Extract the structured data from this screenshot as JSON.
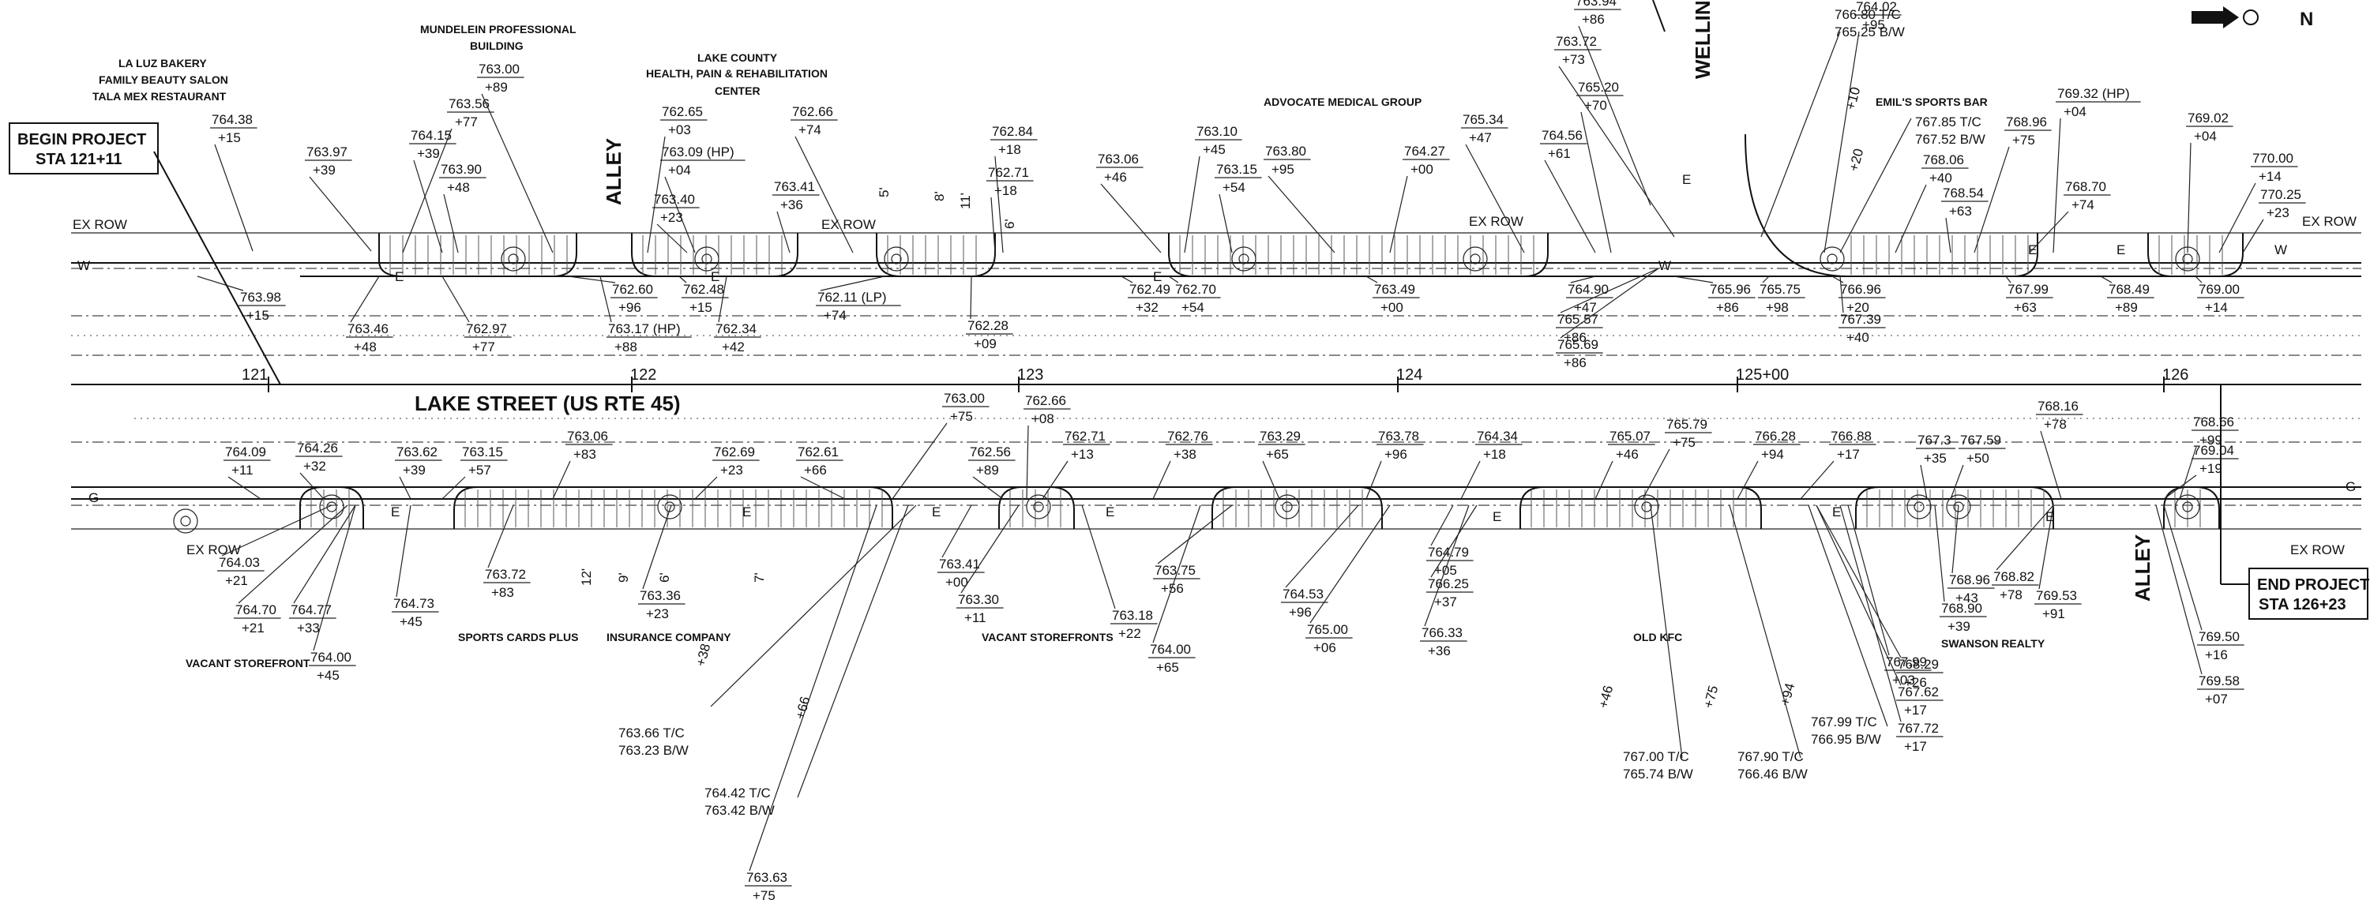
{
  "street": {
    "name": "LAKE STREET (US RTE 45)",
    "cross_street": "WELLINGTON AVE"
  },
  "project": {
    "begin_line1": "BEGIN PROJECT",
    "begin_line2": "STA 121+11",
    "end_line1": "END PROJECT",
    "end_line2": "STA 126+23"
  },
  "stations": [
    "121",
    "122",
    "123",
    "124",
    "125+00",
    "126"
  ],
  "alley_labels": [
    "ALLEY",
    "ALLEY"
  ],
  "row_labels": [
    "EX ROW",
    "EX ROW",
    "EX ROW",
    "EX ROW",
    "EX ROW",
    "EX ROW"
  ],
  "buildings_north": [
    "LA LUZ BAKERY",
    "FAMILY BEAUTY SALON",
    "TALA MEX RESTAURANT",
    "MUNDELEIN PROFESSIONAL",
    "BUILDING",
    "LAKE COUNTY",
    "HEALTH, PAIN & REHABILITATION",
    "CENTER",
    "ADVOCATE MEDICAL GROUP",
    "EMIL'S SPORTS BAR"
  ],
  "buildings_south": [
    "VACANT STOREFRONT",
    "SPORTS CARDS PLUS",
    "INSURANCE COMPANY",
    "VACANT STOREFRONTS",
    "OLD KFC",
    "SWANSON REALTY"
  ],
  "callouts_north_top": [
    {
      "elev": "764.38",
      "sta": "+15"
    },
    {
      "elev": "763.97",
      "sta": "+39"
    },
    {
      "elev": "763.56",
      "sta": "+77"
    },
    {
      "elev": "763.00",
      "sta": "+89"
    },
    {
      "elev": "764.15",
      "sta": "+39"
    },
    {
      "elev": "763.90",
      "sta": "+48"
    },
    {
      "elev": "762.65",
      "sta": "+03"
    },
    {
      "elev": "763.09 (HP)",
      "sta": "+04"
    },
    {
      "elev": "763.40",
      "sta": "+23"
    },
    {
      "elev": "762.66",
      "sta": "+74"
    },
    {
      "elev": "763.41",
      "sta": "+36"
    },
    {
      "elev": "762.84",
      "sta": "+18"
    },
    {
      "elev": "762.71",
      "sta": "+18"
    },
    {
      "elev": "763.06",
      "sta": "+46"
    },
    {
      "elev": "763.10",
      "sta": "+45"
    },
    {
      "elev": "763.15",
      "sta": "+54"
    },
    {
      "elev": "763.80",
      "sta": "+95"
    },
    {
      "elev": "764.27",
      "sta": "+00"
    },
    {
      "elev": "765.34",
      "sta": "+47"
    },
    {
      "elev": "765.20",
      "sta": "+70"
    },
    {
      "elev": "764.56",
      "sta": "+61"
    },
    {
      "elev": "763.72",
      "sta": "+73"
    },
    {
      "elev": "763.94",
      "sta": "+86"
    },
    {
      "elev": "764.02",
      "sta": "+95"
    },
    {
      "elev": "768.06",
      "sta": "+40"
    },
    {
      "elev": "768.54",
      "sta": "+63"
    },
    {
      "elev": "768.96",
      "sta": "+75"
    },
    {
      "elev": "769.32 (HP)",
      "sta": "+04"
    },
    {
      "elev": "768.70",
      "sta": "+74"
    },
    {
      "elev": "769.02",
      "sta": "+04"
    },
    {
      "elev": "770.00",
      "sta": "+14"
    },
    {
      "elev": "770.25",
      "sta": "+23"
    }
  ],
  "callouts_north_pairs": [
    {
      "top": "766.80 T/C",
      "bot": "765.25 B/W"
    },
    {
      "top": "767.85 T/C",
      "bot": "767.52 B/W"
    }
  ],
  "callouts_north_bottom": [
    {
      "elev": "763.98",
      "sta": "+15"
    },
    {
      "elev": "763.46",
      "sta": "+48"
    },
    {
      "elev": "762.97",
      "sta": "+77"
    },
    {
      "elev": "762.60",
      "sta": "+96"
    },
    {
      "elev": "763.17 (HP)",
      "sta": "+88"
    },
    {
      "elev": "762.48",
      "sta": "+15"
    },
    {
      "elev": "762.34",
      "sta": "+42"
    },
    {
      "elev": "762.11 (LP)",
      "sta": "+74"
    },
    {
      "elev": "762.28",
      "sta": "+09"
    },
    {
      "elev": "762.49",
      "sta": "+32"
    },
    {
      "elev": "762.70",
      "sta": "+54"
    },
    {
      "elev": "763.49",
      "sta": "+00"
    },
    {
      "elev": "764.90",
      "sta": "+47"
    },
    {
      "elev": "765.57",
      "sta": "+86"
    },
    {
      "elev": "765.69",
      "sta": "+86"
    },
    {
      "elev": "765.96",
      "sta": "+86"
    },
    {
      "elev": "765.75",
      "sta": "+98"
    },
    {
      "elev": "766.96",
      "sta": "+20"
    },
    {
      "elev": "767.39",
      "sta": "+40"
    },
    {
      "elev": "767.99",
      "sta": "+63"
    },
    {
      "elev": "768.49",
      "sta": "+89"
    },
    {
      "elev": "769.00",
      "sta": "+14"
    }
  ],
  "callouts_south_top": [
    {
      "elev": "764.09",
      "sta": "+11"
    },
    {
      "elev": "764.26",
      "sta": "+32"
    },
    {
      "elev": "763.62",
      "sta": "+39"
    },
    {
      "elev": "763.15",
      "sta": "+57"
    },
    {
      "elev": "763.06",
      "sta": "+83"
    },
    {
      "elev": "762.69",
      "sta": "+23"
    },
    {
      "elev": "762.61",
      "sta": "+66"
    },
    {
      "elev": "763.00",
      "sta": "+75"
    },
    {
      "elev": "762.56",
      "sta": "+89"
    },
    {
      "elev": "762.66",
      "sta": "+08"
    },
    {
      "elev": "762.71",
      "sta": "+13"
    },
    {
      "elev": "762.76",
      "sta": "+38"
    },
    {
      "elev": "763.29",
      "sta": "+65"
    },
    {
      "elev": "763.78",
      "sta": "+96"
    },
    {
      "elev": "764.34",
      "sta": "+18"
    },
    {
      "elev": "765.07",
      "sta": "+46"
    },
    {
      "elev": "765.79",
      "sta": "+75"
    },
    {
      "elev": "766.28",
      "sta": "+94"
    },
    {
      "elev": "766.88",
      "sta": "+17"
    },
    {
      "elev": "767.3",
      "sta": "+35"
    },
    {
      "elev": "767.59",
      "sta": "+50"
    },
    {
      "elev": "768.16",
      "sta": "+78"
    },
    {
      "elev": "768.66",
      "sta": "+99"
    },
    {
      "elev": "769.04",
      "sta": "+19"
    }
  ],
  "callouts_south_bottom": [
    {
      "elev": "764.03",
      "sta": "+21"
    },
    {
      "elev": "764.70",
      "sta": "+21"
    },
    {
      "elev": "764.77",
      "sta": "+33"
    },
    {
      "elev": "764.00",
      "sta": "+45"
    },
    {
      "elev": "764.73",
      "sta": "+45"
    },
    {
      "elev": "763.72",
      "sta": "+83"
    },
    {
      "elev": "763.36",
      "sta": "+23"
    },
    {
      "elev": "763.41",
      "sta": "+00"
    },
    {
      "elev": "763.30",
      "sta": "+11"
    },
    {
      "elev": "763.18",
      "sta": "+22"
    },
    {
      "elev": "763.75",
      "sta": "+56"
    },
    {
      "elev": "764.00",
      "sta": "+65"
    },
    {
      "elev": "764.53",
      "sta": "+96"
    },
    {
      "elev": "765.00",
      "sta": "+06"
    },
    {
      "elev": "764.79",
      "sta": "+05"
    },
    {
      "elev": "766.25",
      "sta": "+37"
    },
    {
      "elev": "766.33",
      "sta": "+36"
    },
    {
      "elev": "767.99",
      "sta": "+03"
    },
    {
      "elev": "768.96",
      "sta": "+43"
    },
    {
      "elev": "768.90",
      "sta": "+39"
    },
    {
      "elev": "768.82",
      "sta": "+78"
    },
    {
      "elev": "769.53",
      "sta": "+91"
    },
    {
      "elev": "768.29",
      "sta": "+26"
    },
    {
      "elev": "767.62",
      "sta": "+17"
    },
    {
      "elev": "767.72",
      "sta": "+17"
    },
    {
      "elev": "769.50",
      "sta": "+16"
    },
    {
      "elev": "769.58",
      "sta": "+07"
    },
    {
      "elev": "763.63",
      "sta": "+75"
    }
  ],
  "callouts_south_pairs": [
    {
      "top": "763.66 T/C",
      "bot": "763.23 B/W"
    },
    {
      "top": "764.42 T/C",
      "bot": "763.42 B/W"
    },
    {
      "top": "767.00 T/C",
      "bot": "765.74 B/W"
    },
    {
      "top": "767.90 T/C",
      "bot": "766.46 B/W"
    },
    {
      "top": "767.99 T/C",
      "bot": "766.95 B/W"
    }
  ],
  "leader_offsets": [
    "+10",
    "+20",
    "+38",
    "+66",
    "+46",
    "+75",
    "+94"
  ],
  "dims": [
    "5'",
    "8'",
    "11'",
    "6'",
    "12'",
    "9'",
    "6'",
    "7'"
  ],
  "markers": [
    "E",
    "W",
    "G"
  ]
}
